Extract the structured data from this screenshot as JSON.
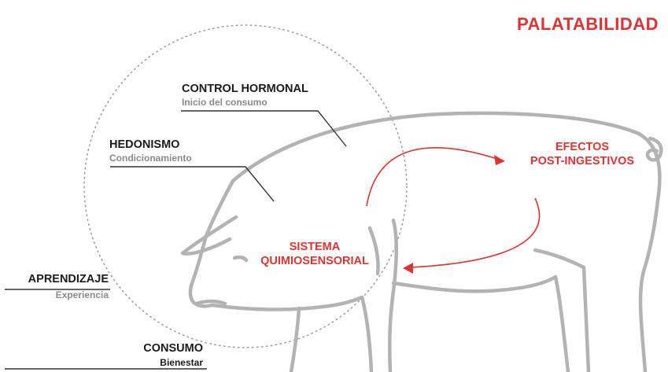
{
  "title": "PALATABILIDAD",
  "colors": {
    "accent": "#dd3333",
    "outline": "#b3b3b3",
    "heading": "#1a1a1a",
    "subtext": "#8a8a8a",
    "leader": "#333333"
  },
  "labels": {
    "control_hormonal": {
      "heading": "CONTROL HORMONAL",
      "sub": "Inicio del consumo"
    },
    "hedonismo": {
      "heading": "HEDONISMO",
      "sub": "Condicionamiento"
    },
    "aprendizaje": {
      "heading": "APRENDIZAJE",
      "sub": "Experiencia"
    },
    "consumo": {
      "heading": "CONSUMO",
      "sub": "Bienestar"
    },
    "efectos": {
      "line1": "EFECTOS",
      "line2": "POST-INGESTIVOS"
    },
    "sistema": {
      "line1": "SISTEMA",
      "line2": "QUIMIOSENSORIAL"
    }
  }
}
